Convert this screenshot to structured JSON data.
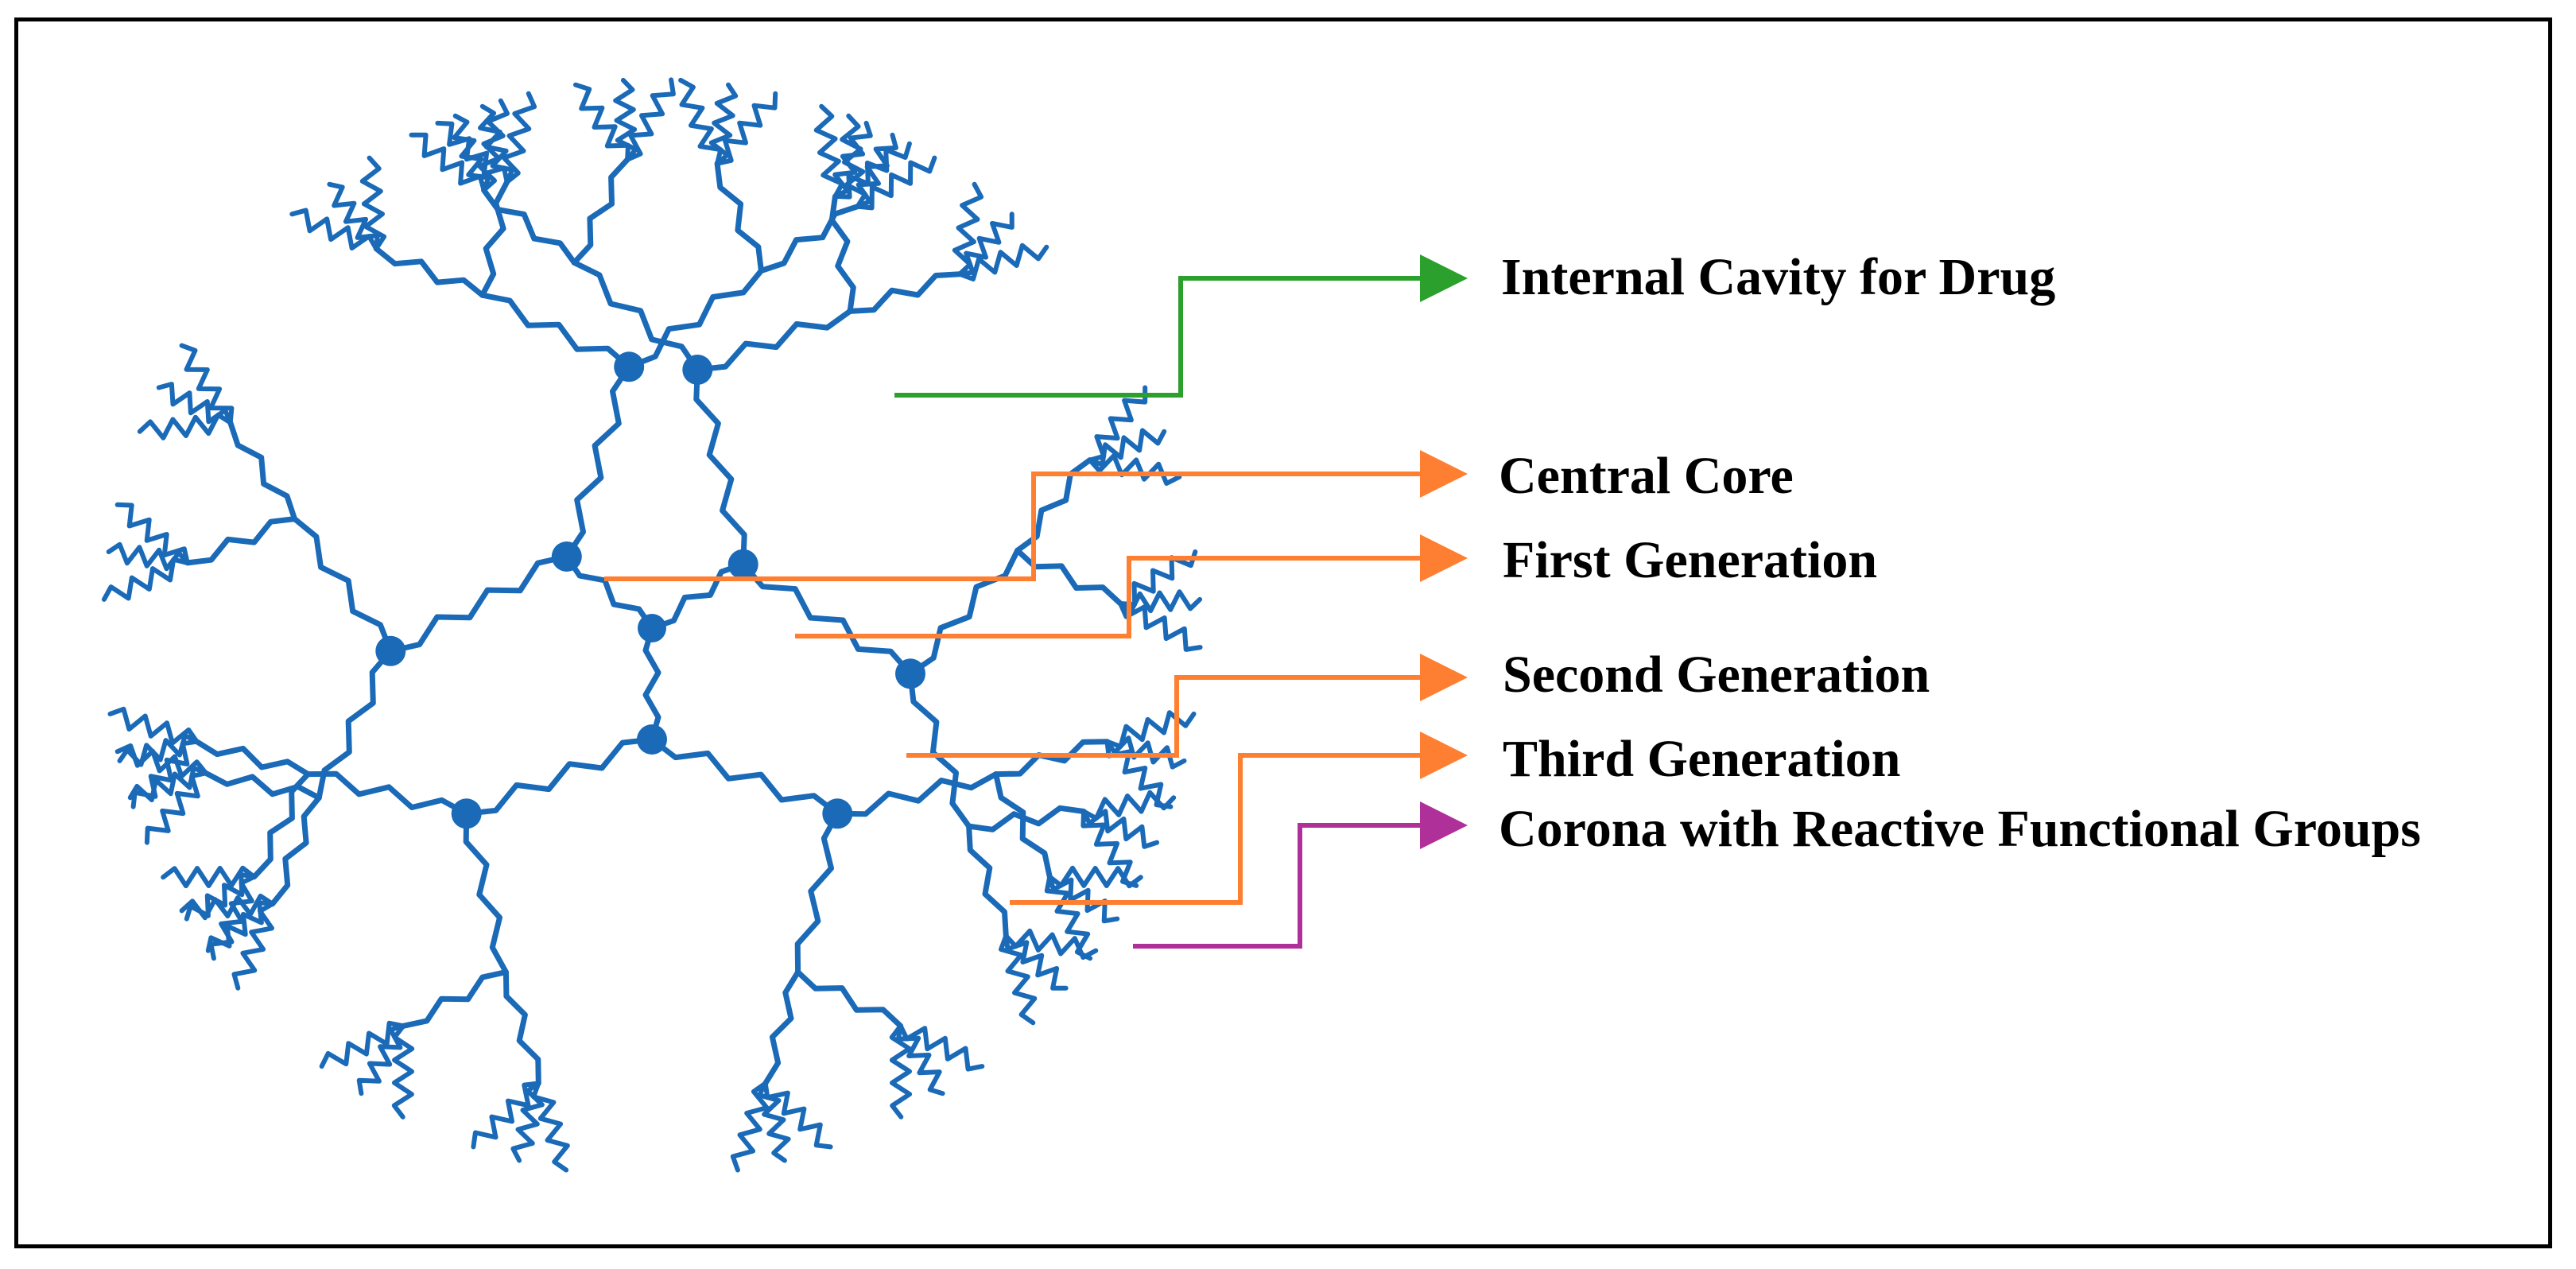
{
  "labels": {
    "cavity": "Internal Cavity for Drug",
    "core": "Central Core",
    "gen1": "First Generation",
    "gen2": "Second Generation",
    "gen3": "Third Generation",
    "corona": "Corona with Reactive Functional Groups"
  },
  "colors": {
    "dendrimer": "#1a6ab8",
    "cavity_arrow": "#2ca02c",
    "generation_arrows": "#ff7f32",
    "corona_arrow": "#b0309a",
    "frame": "#000000"
  }
}
